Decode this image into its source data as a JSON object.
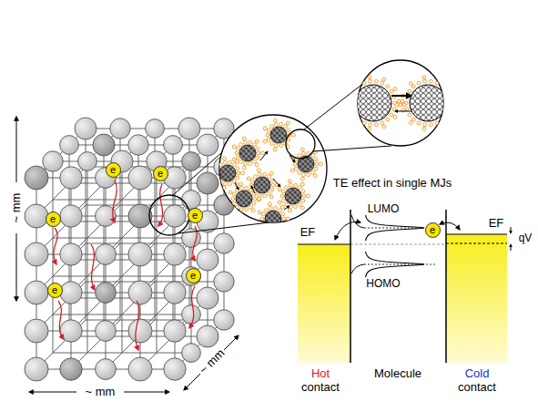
{
  "diagram": {
    "nodes": [
      {
        "text": [
          "e"
        ]
      },
      {
        "text": [
          "e"
        ]
      },
      {
        "text": [
          "e"
        ]
      },
      {
        "text": [
          "e"
        ]
      },
      {
        "text": [
          "e"
        ]
      },
      {
        "text": [
          "e"
        ]
      },
      {
        "text": [
          "e"
        ]
      }
    ],
    "labels": [
      "~ mm",
      "~ mm",
      "~ mm",
      "TE effect in single MJs",
      "LUMO",
      "HOMO",
      "EF",
      "EF",
      "qV",
      "Hot",
      "contact",
      "Molecule",
      "Cold",
      "contact"
    ]
  }
}
